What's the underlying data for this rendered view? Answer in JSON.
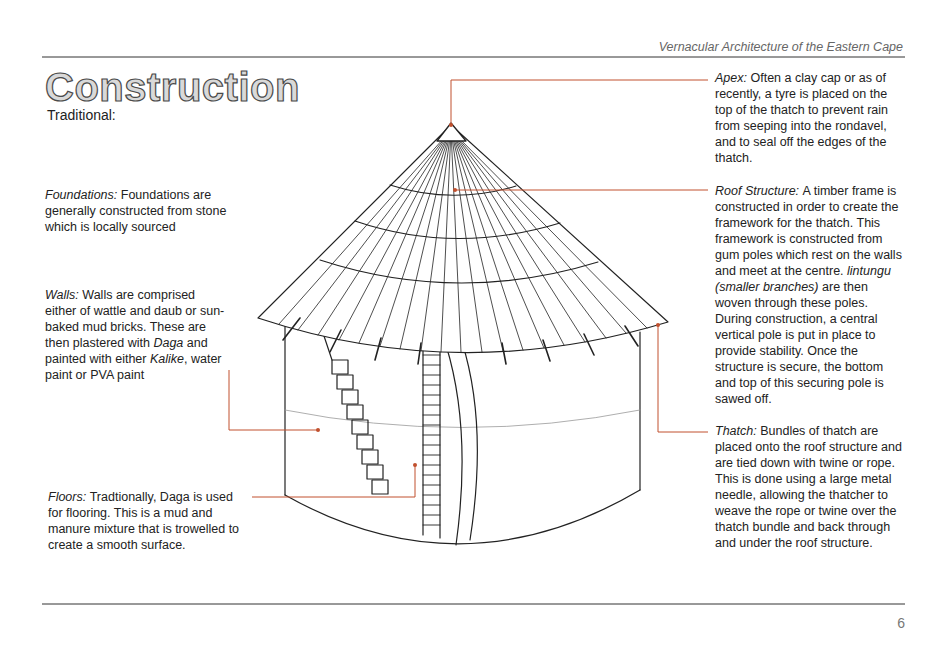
{
  "diagram": {
    "title": "Construction",
    "labels": [
      "Vernacular Architecture of the Eastern Cape",
      "Traditional:",
      "Apex:",
      "Often a clay cap or as of recently, a tyre is placed on the top of the thatch to prevent rain from seeping into the rondavel, and to seal off the edges of the thatch.",
      "Roof Structure:",
      "A timber frame is constructed in order to create the framework for the thatch. This framework is constructed from gum poles which rest on the walls and meet at the centre.",
      "lintungu (smaller branches)",
      "are then woven through these poles. During construction, a central vertical pole is put in place to provide stability. Once the structure is secure, the bottom and top of this securing pole is sawed off.",
      "Thatch:",
      "Bundles of thatch are placed onto the roof structure and are tied down with twine or rope. This is done using a large metal needle, allowing the thatcher to weave the rope or twine over the thatch bundle and back through and under the roof structure.",
      "Foundations:",
      "Foundations are generally constructed from stone which is locally sourced",
      "Walls:",
      "Walls are comprised either of wattle and daub or sun-baked mud bricks. These are then plastered with",
      "Daga",
      "and painted with either",
      "Kalike",
      ", water paint or PVA paint",
      "Floors:",
      "Tradtionally, Daga is used for flooring. This is a mud and manure mixture that is trowelled to create a smooth surface.",
      "6"
    ]
  }
}
